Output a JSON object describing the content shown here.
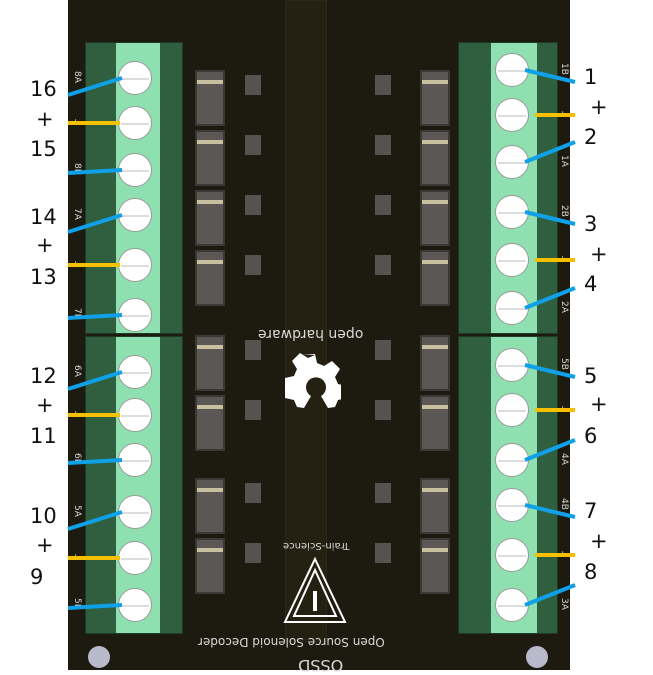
{
  "board": {
    "oshw_text": "open hardware",
    "maker_text": "Train-Science",
    "title_text": "Open Source Solenoid Decoder",
    "short_title": "OSSD",
    "silk_left": [
      "8A",
      "+",
      "8B",
      "7A",
      "+",
      "7B",
      "6A",
      "+",
      "6B",
      "5A",
      "+",
      "5B"
    ],
    "silk_right": [
      "1B",
      "+",
      "1A",
      "2B",
      "+",
      "2A",
      "5B",
      "+",
      "4A",
      "4B",
      "+",
      "3A"
    ]
  },
  "labels": {
    "left": [
      "16",
      "+",
      "15",
      "14",
      "+",
      "13",
      "12",
      "+",
      "11",
      "10",
      "+",
      "9"
    ],
    "right": [
      "1",
      "+",
      "2",
      "3",
      "+",
      "4",
      "5",
      "+",
      "6",
      "7",
      "+",
      "8"
    ]
  },
  "colors": {
    "output_wire": "#0fa0e8",
    "power_wire": "#f5c000",
    "terminal": "#8fe0b0"
  }
}
